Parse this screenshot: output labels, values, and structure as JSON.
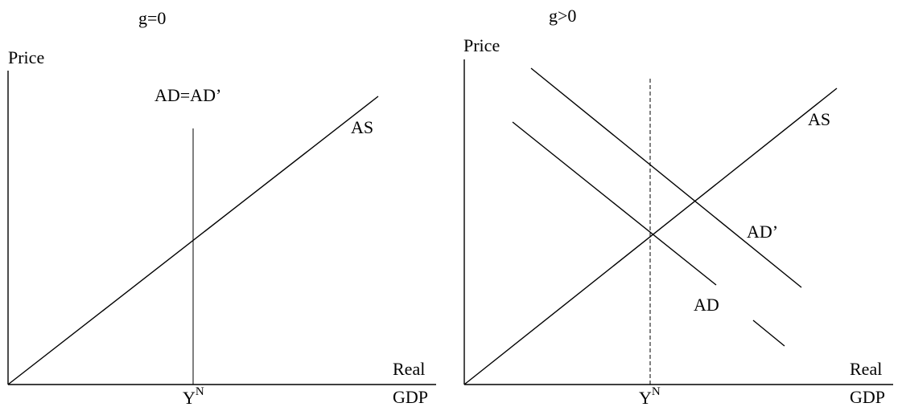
{
  "left_panel": {
    "title": "g=0",
    "y_axis_label": "Price",
    "x_axis_label_line1": "Real",
    "x_axis_label_line2": "GDP",
    "ad_label": "AD=AD’",
    "as_label": "AS",
    "yn_base": "Y",
    "yn_sup": "N"
  },
  "right_panel": {
    "title": "g>0",
    "y_axis_label": "Price",
    "x_axis_label_line1": "Real",
    "x_axis_label_line2": "GDP",
    "as_label": "AS",
    "ad_prime_label": "AD’",
    "ad_label": "AD",
    "yn_base": "Y",
    "yn_sup": "N"
  }
}
